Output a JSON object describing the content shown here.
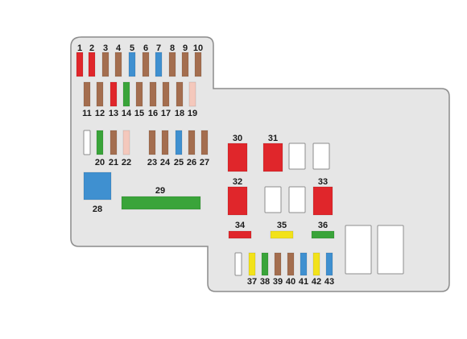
{
  "colors": {
    "housing_fill": "#e6e6e6",
    "housing_stroke": "#8c8c8c",
    "slot_stroke": "#8c8c8c",
    "red": "#e0262b",
    "brown": "#a46e4f",
    "blue": "#3f90d0",
    "green": "#3aa43a",
    "pink": "#f4c8bc",
    "yellow": "#f2e21a",
    "empty": "#ffffff"
  },
  "fuses": [
    {
      "id": "1",
      "label": "1",
      "color": "red"
    },
    {
      "id": "2",
      "label": "2",
      "color": "red"
    },
    {
      "id": "3",
      "label": "3",
      "color": "brown"
    },
    {
      "id": "4",
      "label": "4",
      "color": "brown"
    },
    {
      "id": "5",
      "label": "5",
      "color": "blue"
    },
    {
      "id": "6",
      "label": "6",
      "color": "brown"
    },
    {
      "id": "7",
      "label": "7",
      "color": "blue"
    },
    {
      "id": "8",
      "label": "8",
      "color": "brown"
    },
    {
      "id": "9",
      "label": "9",
      "color": "brown"
    },
    {
      "id": "10",
      "label": "10",
      "color": "brown"
    },
    {
      "id": "11",
      "label": "11",
      "color": "brown"
    },
    {
      "id": "12",
      "label": "12",
      "color": "brown"
    },
    {
      "id": "13",
      "label": "13",
      "color": "red"
    },
    {
      "id": "14",
      "label": "14",
      "color": "green"
    },
    {
      "id": "15",
      "label": "15",
      "color": "brown"
    },
    {
      "id": "16",
      "label": "16",
      "color": "brown"
    },
    {
      "id": "17",
      "label": "17",
      "color": "brown"
    },
    {
      "id": "18",
      "label": "18",
      "color": "brown"
    },
    {
      "id": "19",
      "label": "19",
      "color": "pink"
    },
    {
      "id": "20",
      "label": "20",
      "color": "green"
    },
    {
      "id": "21",
      "label": "21",
      "color": "brown"
    },
    {
      "id": "22",
      "label": "22",
      "color": "pink"
    },
    {
      "id": "23",
      "label": "23",
      "color": "brown"
    },
    {
      "id": "24",
      "label": "24",
      "color": "brown"
    },
    {
      "id": "25",
      "label": "25",
      "color": "blue"
    },
    {
      "id": "26",
      "label": "26",
      "color": "brown"
    },
    {
      "id": "27",
      "label": "27",
      "color": "brown"
    },
    {
      "id": "28",
      "label": "28",
      "color": "blue"
    },
    {
      "id": "29",
      "label": "29",
      "color": "green"
    },
    {
      "id": "30",
      "label": "30",
      "color": "red"
    },
    {
      "id": "31",
      "label": "31",
      "color": "red"
    },
    {
      "id": "32",
      "label": "32",
      "color": "red"
    },
    {
      "id": "33",
      "label": "33",
      "color": "red"
    },
    {
      "id": "34",
      "label": "34",
      "color": "red"
    },
    {
      "id": "35",
      "label": "35",
      "color": "yellow"
    },
    {
      "id": "36",
      "label": "36",
      "color": "green"
    },
    {
      "id": "37",
      "label": "37",
      "color": "yellow"
    },
    {
      "id": "38",
      "label": "38",
      "color": "green"
    },
    {
      "id": "39",
      "label": "39",
      "color": "brown"
    },
    {
      "id": "40",
      "label": "40",
      "color": "brown"
    },
    {
      "id": "41",
      "label": "41",
      "color": "blue"
    },
    {
      "id": "42",
      "label": "42",
      "color": "yellow"
    },
    {
      "id": "43",
      "label": "43",
      "color": "blue"
    }
  ]
}
